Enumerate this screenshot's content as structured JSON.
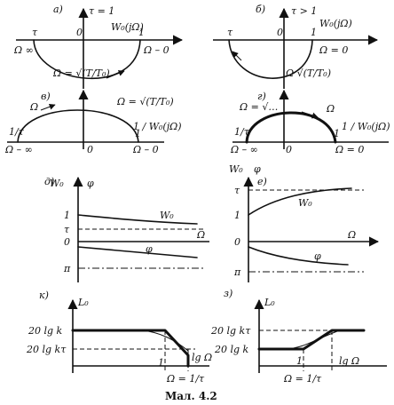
{
  "caption": "Мал. 4.2",
  "panels": {
    "a": {
      "letter": "а)",
      "tau_label": "τ = 1",
      "fn_label": "W₀(jΩ)",
      "left_tick": "τ",
      "zero": "0",
      "one": "1",
      "omega_inf_left": "Ω ∞",
      "omega_zero_right": "Ω – 0",
      "omega_sqrt": "Ω = √(T/T₀)"
    },
    "b": {
      "letter": "б)",
      "tau_label": "τ > 1",
      "fn_label": "W₀(jΩ)",
      "left_tick": "τ",
      "zero": "0",
      "one": "1",
      "omega_zero_right": "Ω = 0",
      "omega_sqrt": "Ω √(T/T₀)"
    },
    "v": {
      "letter": "в)",
      "omega_top_left": "Ω",
      "omega_sqrt": "Ω = √(T/T₀)",
      "inv_fn": "1 / W₀(jΩ)",
      "left_tick": "1/τ",
      "zero": "0",
      "one": "1",
      "omega_inf_left": "Ω – ∞",
      "omega_zero_right": "Ω – 0"
    },
    "g": {
      "letter": "г)",
      "omega_top": "Ω = √…",
      "omega_right": "Ω",
      "inv_fn": "1 / W₀(jΩ)",
      "left_tick": "1/τ",
      "zero": "0",
      "one": "1",
      "omega_inf_left": "Ω – ∞",
      "omega_zero_right": "Ω = 0"
    },
    "d": {
      "letter": "д)",
      "y_w": "W₀",
      "y_phi": "φ",
      "tick_1": "1",
      "tick_tau": "τ",
      "tick_0": "0",
      "tick_pi": "π",
      "curve_w": "W₀",
      "curve_phi": "φ",
      "x_axis": "Ω"
    },
    "e": {
      "letter": "е)",
      "y_w": "W₀",
      "y_phi": "φ",
      "tick_tau": "τ",
      "tick_1": "1",
      "tick_0": "0",
      "tick_pi": "π",
      "curve_w": "W₀",
      "curve_phi": "φ",
      "x_axis": "Ω"
    },
    "k": {
      "letter": "к)",
      "y_axis": "L₀",
      "upper": "20 lg k",
      "lower": "20 lg kτ",
      "one": "1",
      "x_axis": "lg Ω",
      "bottom": "Ω = 1/τ"
    },
    "z": {
      "letter": "з)",
      "y_axis": "L₀",
      "upper": "20 lg kτ",
      "lower": "20 lg k",
      "one": "1",
      "x_axis": "lg Ω",
      "bottom": "Ω = 1/τ"
    }
  }
}
